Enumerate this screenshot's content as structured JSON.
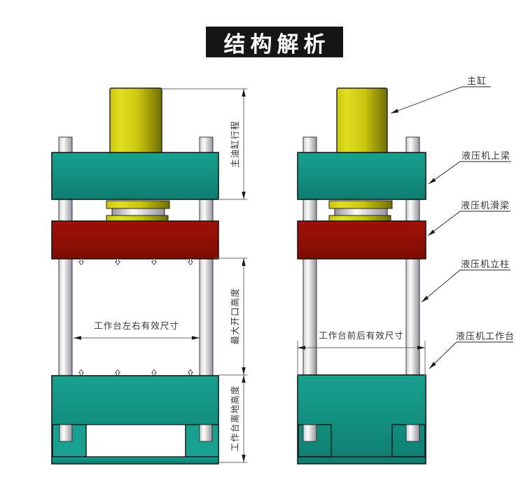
{
  "title": {
    "text": "结构解析"
  },
  "colors": {
    "title_bg": "#161616",
    "title_text": "#ffffff",
    "teal": "#18a090",
    "teal_dark": "#0e7e70",
    "red": "#a01106",
    "red_dark": "#7f0c02",
    "yellow": "#c9c60e",
    "yellow_light": "#e2dd22",
    "yellow_dark": "#6f6d03",
    "steel": "#cccccf",
    "steel_light": "#fbfbfb",
    "steel_dark": "#93939b",
    "outline": "#111111",
    "dim_line": "#6a6a6a",
    "label_text": "#333333",
    "pin_fill": "#ffffff"
  },
  "labels": {
    "main_cylinder": "主缸",
    "upper_beam": "液压机上梁",
    "slide_beam": "液压机滑梁",
    "column": "液压机立柱",
    "worktable": "液压机工作台"
  },
  "dimensions": {
    "cylinder_stroke": "主油缸行程",
    "max_opening_height": "最大开口高度",
    "table_height_from_ground": "工作台离地高度",
    "table_lr_effective": "工作台左右有效尺寸",
    "table_fb_effective": "工作台前后有效尺寸"
  }
}
